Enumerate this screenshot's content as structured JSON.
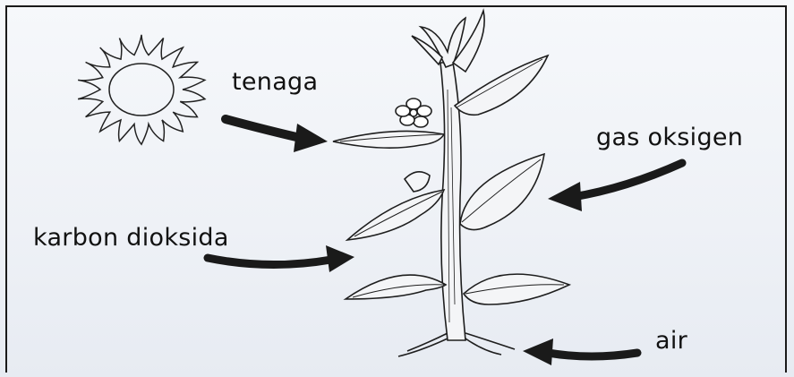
{
  "labels": {
    "energy": "tenaga",
    "oxygen": "gas oksigen",
    "carbon_dioxide": "karbon dioksida",
    "water": "air"
  },
  "icons": {
    "sun": "sun-icon",
    "plant": "plant-icon"
  }
}
